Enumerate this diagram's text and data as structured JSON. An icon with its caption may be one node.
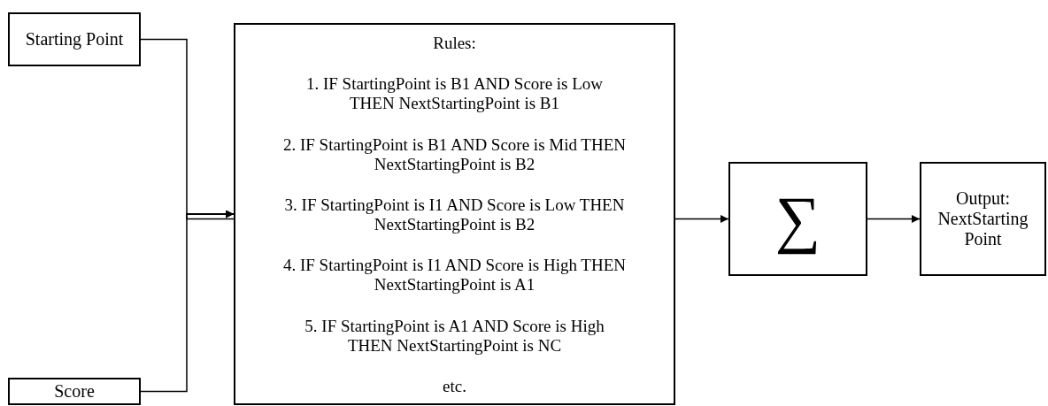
{
  "diagram": {
    "nodes": [
      {
        "text": [
          "Starting Point"
        ]
      },
      {
        "text": [
          "Score"
        ]
      },
      {
        "text": [
          "Rules:",
          "1. IF StartingPoint is B1 AND Score is Low THEN NextStartingPoint is B1",
          "2. IF StartingPoint is B1 AND Score is Mid THEN NextStartingPoint is B2",
          "3. IF StartingPoint is I1 AND Score is Low THEN NextStartingPoint is B2",
          "4. IF StartingPoint is I1 AND Score is High THEN NextStartingPoint is A1",
          "5. IF StartingPoint is A1 AND Score is High THEN NextStartingPoint is NC",
          "etc."
        ]
      },
      {
        "text": [
          "∑"
        ]
      },
      {
        "text": [
          "Output: NextStarting Point"
        ]
      }
    ],
    "edges": [
      {
        "from": 0,
        "to": 2,
        "arrow": "to"
      },
      {
        "from": 1,
        "to": 2,
        "arrow": "to"
      },
      {
        "from": 2,
        "to": 3,
        "arrow": "to"
      },
      {
        "from": 3,
        "to": 4,
        "arrow": "to"
      }
    ]
  }
}
